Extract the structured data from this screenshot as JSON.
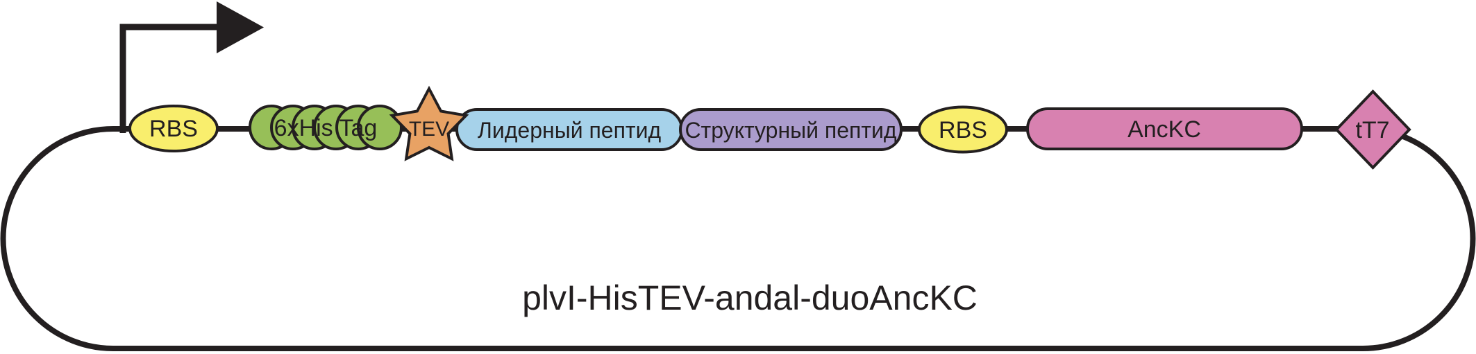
{
  "diagram": {
    "kind": "plasmid-vector-map",
    "title": "plvI-HisTEV-andal-duoAncKC",
    "backbone_color": "#231f20",
    "promoter": {
      "shape": "bent-arrow",
      "color": "#231f20"
    },
    "elements": [
      {
        "label": "RBS",
        "type": "ribosome-binding-site",
        "shape": "ellipse",
        "color": "#f9ee6d"
      },
      {
        "label": "6xHis Tag",
        "type": "affinity-tag",
        "shape": "bead-chain",
        "color": "#97bf58"
      },
      {
        "label": "TEV",
        "type": "protease-site",
        "shape": "star",
        "color": "#e8a264"
      },
      {
        "label": "Лидерный пептид",
        "type": "coding-sequence",
        "shape": "rounded-rect",
        "color": "#a6d2ea"
      },
      {
        "label": "Структурный пептид",
        "type": "coding-sequence",
        "shape": "rounded-rect",
        "color": "#ab9ccd"
      },
      {
        "label": "RBS",
        "type": "ribosome-binding-site",
        "shape": "ellipse",
        "color": "#f9ee6d"
      },
      {
        "label": "AncKC",
        "type": "coding-sequence",
        "shape": "rounded-rect",
        "color": "#d881b0"
      },
      {
        "label": "tT7",
        "type": "terminator",
        "shape": "diamond",
        "color": "#d881b0"
      }
    ]
  }
}
